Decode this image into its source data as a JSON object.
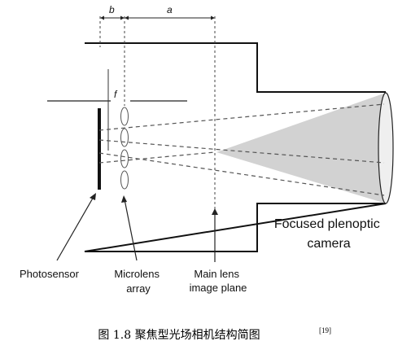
{
  "diagram": {
    "title": "Focused plenoptic camera",
    "dimension_labels": {
      "b": "b",
      "a": "a",
      "f": "f"
    },
    "labels": {
      "photosensor": "Photosensor",
      "microlens": "Microlens array",
      "image_plane": "Main lens image plane"
    }
  },
  "caption": {
    "text": "图 1.8  聚焦型光场相机结构简图",
    "ref": "[19]"
  }
}
